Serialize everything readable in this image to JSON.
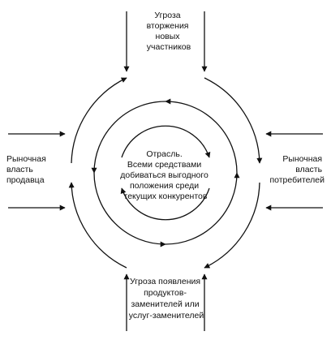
{
  "top_force": {
    "lines": [
      "Угроза",
      "вторжения",
      "новых",
      "участников"
    ]
  },
  "left_force": {
    "lines": [
      "Рыночная",
      "власть",
      "продавца"
    ]
  },
  "right_force": {
    "lines": [
      "Рыночная",
      "власть",
      "потребителей"
    ]
  },
  "bottom_force": {
    "lines": [
      "Угроза появления",
      "продуктов-",
      "заменителей или",
      "услуг-заменителей"
    ]
  },
  "center": {
    "lines": [
      "Отрасль.",
      "Всеми средствами",
      "добиваться выгодного",
      "положения среди",
      "текущих конкурентов"
    ]
  }
}
